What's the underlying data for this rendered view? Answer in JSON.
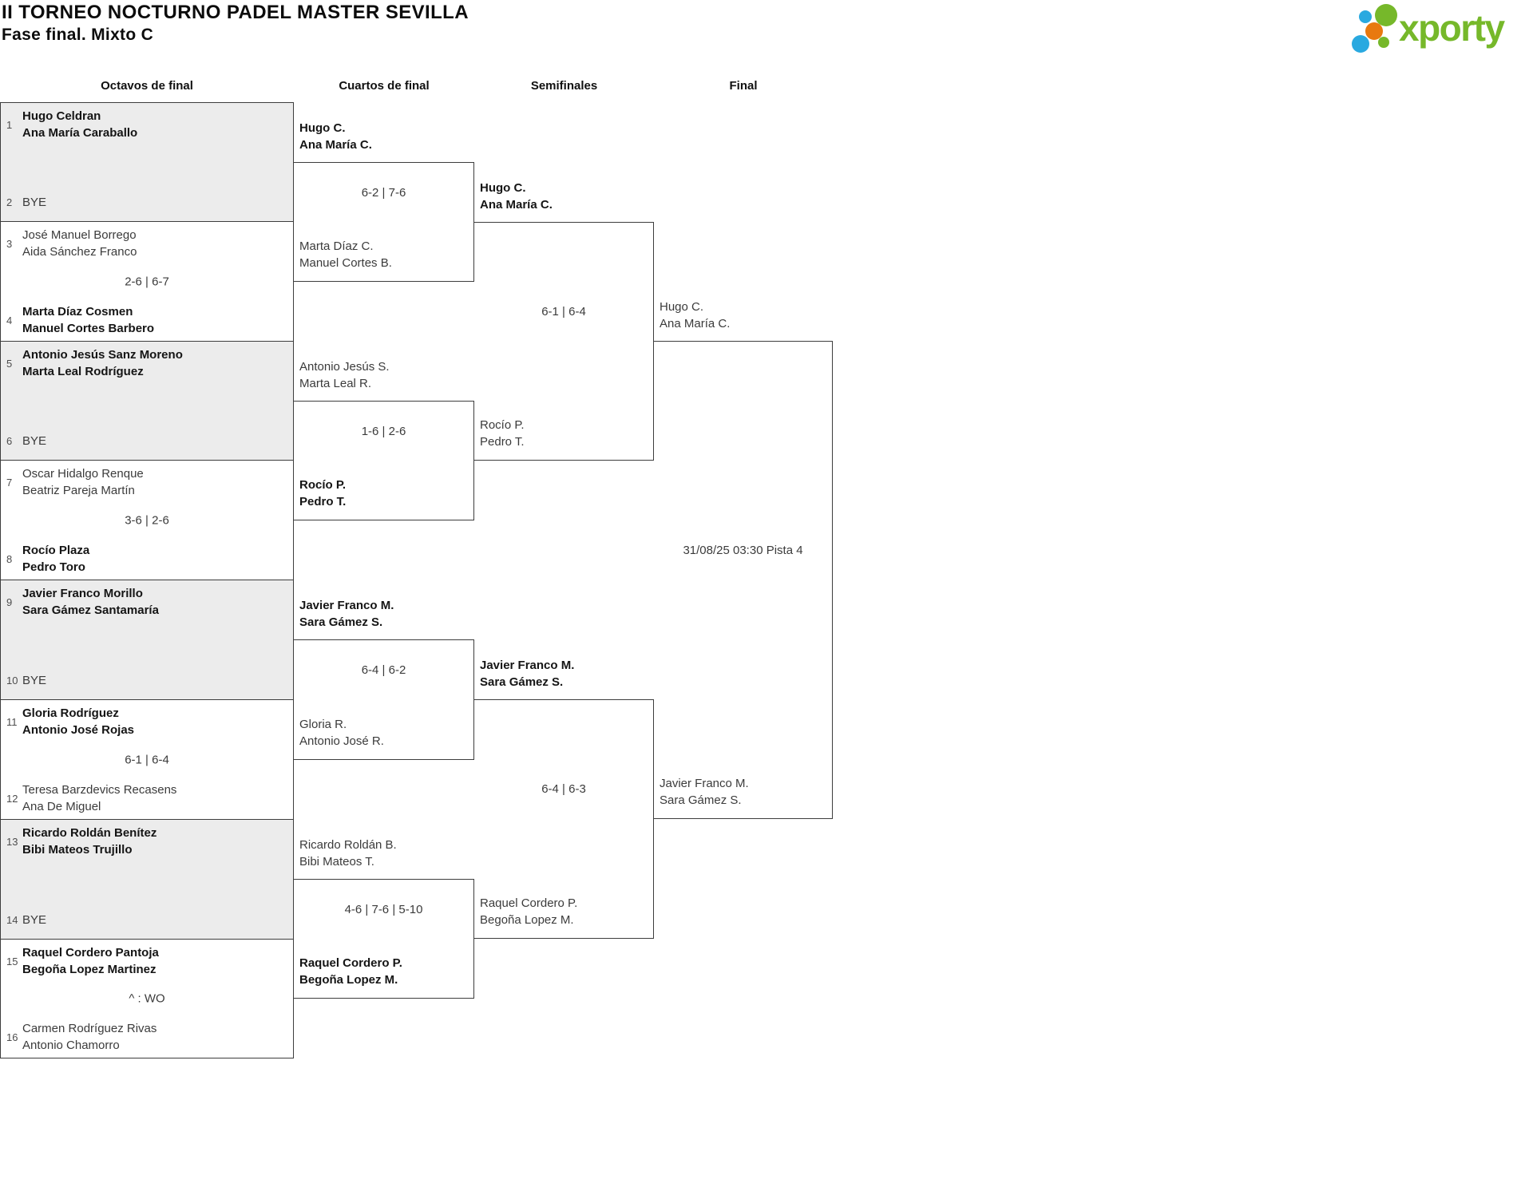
{
  "header": {
    "title": "II TORNEO NOCTURNO PADEL MASTER SEVILLA",
    "subtitle": "Fase final. Mixto C",
    "logo_text": "xporty"
  },
  "round_headers": {
    "octavos": "Octavos de final",
    "cuartos": "Cuartos de final",
    "semifinales": "Semifinales",
    "final": "Final"
  },
  "colors": {
    "brand_green": "#76b82a",
    "brand_blue": "#29a9e0",
    "brand_orange": "#e8790f",
    "bye_box_fill": "#ececec",
    "line_color": "#3d3d3d"
  },
  "octavos": [
    {
      "seed1": "1",
      "t1l1": "Hugo Celdran",
      "t1l2": "Ana María Caraballo",
      "score": "",
      "seed2": "2",
      "t2l1": "BYE",
      "t2l2": ""
    },
    {
      "seed1": "3",
      "t1l1": "José Manuel Borrego",
      "t1l2": "Aida Sánchez Franco",
      "score": "2-6 | 6-7",
      "seed2": "4",
      "t2l1": "Marta Díaz Cosmen",
      "t2l2": "Manuel Cortes Barbero"
    },
    {
      "seed1": "5",
      "t1l1": "Antonio Jesús Sanz Moreno",
      "t1l2": "Marta Leal Rodríguez",
      "score": "",
      "seed2": "6",
      "t2l1": "BYE",
      "t2l2": ""
    },
    {
      "seed1": "7",
      "t1l1": "Oscar Hidalgo Renque",
      "t1l2": "Beatriz Pareja Martín",
      "score": "3-6 | 2-6",
      "seed2": "8",
      "t2l1": "Rocío Plaza",
      "t2l2": "Pedro Toro"
    },
    {
      "seed1": "9",
      "t1l1": "Javier Franco Morillo",
      "t1l2": "Sara Gámez Santamaría",
      "score": "",
      "seed2": "10",
      "t2l1": "BYE",
      "t2l2": ""
    },
    {
      "seed1": "11",
      "t1l1": "Gloria Rodríguez",
      "t1l2": "Antonio José Rojas",
      "score": "6-1 | 6-4",
      "seed2": "12",
      "t2l1": "Teresa Barzdevics Recasens",
      "t2l2": "Ana De Miguel"
    },
    {
      "seed1": "13",
      "t1l1": "Ricardo Roldán Benítez",
      "t1l2": "Bibi Mateos Trujillo",
      "score": "",
      "seed2": "14",
      "t2l1": "BYE",
      "t2l2": ""
    },
    {
      "seed1": "15",
      "t1l1": "Raquel Cordero Pantoja",
      "t1l2": "Begoña Lopez Martinez",
      "score": "^ : WO",
      "seed2": "16",
      "t2l1": "Carmen Rodríguez Rivas",
      "t2l2": "Antonio Chamorro"
    }
  ],
  "cuartos": [
    {
      "t1l1": "Hugo C.",
      "t1l2": "Ana María C.",
      "score": "6-2 | 7-6",
      "t2l1": "Marta Díaz C.",
      "t2l2": "Manuel Cortes B."
    },
    {
      "t1l1": "Antonio Jesús S.",
      "t1l2": "Marta Leal R.",
      "score": "1-6 | 2-6",
      "t2l1": "Rocío P.",
      "t2l2": "Pedro T."
    },
    {
      "t1l1": "Javier Franco M.",
      "t1l2": "Sara Gámez S.",
      "score": "6-4 | 6-2",
      "t2l1": "Gloria R.",
      "t2l2": "Antonio José R."
    },
    {
      "t1l1": "Ricardo Roldán B.",
      "t1l2": "Bibi Mateos T.",
      "score": "4-6 | 7-6 | 5-10",
      "t2l1": "Raquel Cordero P.",
      "t2l2": "Begoña Lopez M."
    }
  ],
  "semifinales": [
    {
      "t1l1": "Hugo C.",
      "t1l2": "Ana María C.",
      "score": "6-1 | 6-4",
      "t2l1": "Rocío P.",
      "t2l2": "Pedro T."
    },
    {
      "t1l1": "Javier Franco M.",
      "t1l2": "Sara Gámez S.",
      "score": "6-4 | 6-3",
      "t2l1": "Raquel Cordero P.",
      "t2l2": "Begoña Lopez M."
    }
  ],
  "final": {
    "t1l1": "Hugo C.",
    "t1l2": "Ana María C.",
    "schedule": "31/08/25 03:30 Pista 4",
    "t2l1": "Javier Franco M.",
    "t2l2": "Sara Gámez S."
  }
}
